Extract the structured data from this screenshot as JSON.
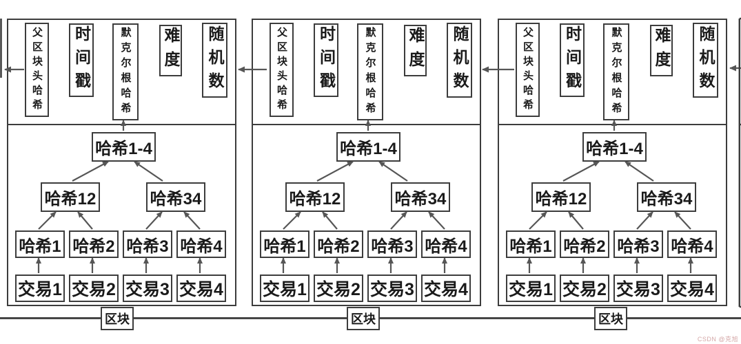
{
  "diagram_title": "blockchain-structure",
  "blocks": [
    {
      "id": "block-1"
    },
    {
      "id": "block-2"
    },
    {
      "id": "block-3"
    }
  ],
  "header_fields": [
    {
      "key": "parent-block-header-hash",
      "label": "父区块头哈希"
    },
    {
      "key": "timestamp",
      "label": "时间戳"
    },
    {
      "key": "merkle-root-hash",
      "label": "默克尔根哈希"
    },
    {
      "key": "difficulty",
      "label": "难度"
    },
    {
      "key": "nonce",
      "label": "随机数"
    }
  ],
  "merkle": {
    "root": "哈希1-4",
    "branches": [
      "哈希12",
      "哈希34"
    ],
    "leaves": [
      "哈希1",
      "哈希2",
      "哈希3",
      "哈希4"
    ],
    "transactions": [
      "交易1",
      "交易2",
      "交易3",
      "交易4"
    ]
  },
  "block_label": "区块",
  "watermark": "CSDN @克旭",
  "colors": {
    "border": "#3c3c3c",
    "arrow": "#565656",
    "baseline": "#454545",
    "text": "#1a1a1a",
    "watermark_color": "#d4a7a7",
    "background": "#ffffff"
  }
}
